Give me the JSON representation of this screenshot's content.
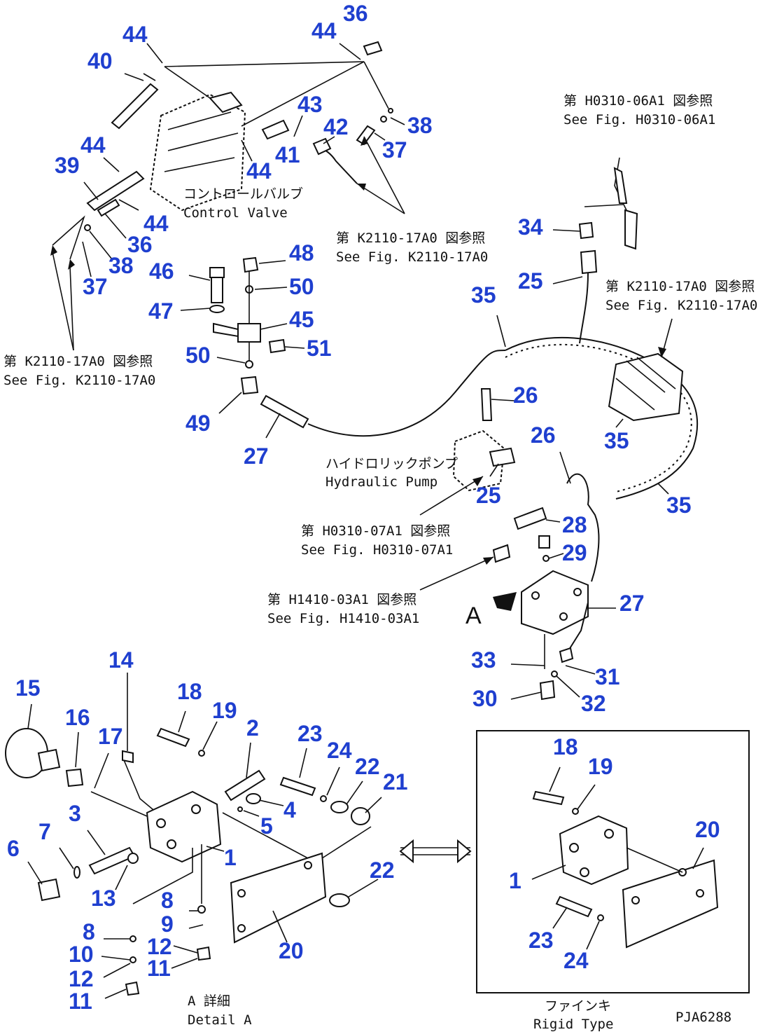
{
  "callouts": [
    {
      "id": "c36a",
      "text": "36"
    },
    {
      "id": "c44a",
      "text": "44"
    },
    {
      "id": "c44b",
      "text": "44"
    },
    {
      "id": "c40",
      "text": "40"
    },
    {
      "id": "c43",
      "text": "43"
    },
    {
      "id": "c42",
      "text": "42"
    },
    {
      "id": "c38a",
      "text": "38"
    },
    {
      "id": "c37a",
      "text": "37"
    },
    {
      "id": "c41",
      "text": "41"
    },
    {
      "id": "c44c",
      "text": "44"
    },
    {
      "id": "c44d",
      "text": "44"
    },
    {
      "id": "c39",
      "text": "39"
    },
    {
      "id": "c44e",
      "text": "44"
    },
    {
      "id": "c36b",
      "text": "36"
    },
    {
      "id": "c38b",
      "text": "38"
    },
    {
      "id": "c37b",
      "text": "37"
    },
    {
      "id": "c48",
      "text": "48"
    },
    {
      "id": "c46",
      "text": "46"
    },
    {
      "id": "c50a",
      "text": "50"
    },
    {
      "id": "c47",
      "text": "47"
    },
    {
      "id": "c45",
      "text": "45"
    },
    {
      "id": "c51",
      "text": "51"
    },
    {
      "id": "c50b",
      "text": "50"
    },
    {
      "id": "c49",
      "text": "49"
    },
    {
      "id": "c27a",
      "text": "27"
    },
    {
      "id": "c34",
      "text": "34"
    },
    {
      "id": "c25a",
      "text": "25"
    },
    {
      "id": "c35a",
      "text": "35"
    },
    {
      "id": "c26a",
      "text": "26"
    },
    {
      "id": "c35b",
      "text": "35"
    },
    {
      "id": "c26b",
      "text": "26"
    },
    {
      "id": "c25b",
      "text": "25"
    },
    {
      "id": "c35c",
      "text": "35"
    },
    {
      "id": "c28",
      "text": "28"
    },
    {
      "id": "c29",
      "text": "29"
    },
    {
      "id": "c27b",
      "text": "27"
    },
    {
      "id": "c33",
      "text": "33"
    },
    {
      "id": "c31",
      "text": "31"
    },
    {
      "id": "c30",
      "text": "30"
    },
    {
      "id": "c32",
      "text": "32"
    },
    {
      "id": "c14",
      "text": "14"
    },
    {
      "id": "c15",
      "text": "15"
    },
    {
      "id": "c18a",
      "text": "18"
    },
    {
      "id": "c19a",
      "text": "19"
    },
    {
      "id": "c16",
      "text": "16"
    },
    {
      "id": "c2",
      "text": "2"
    },
    {
      "id": "c17",
      "text": "17"
    },
    {
      "id": "c23a",
      "text": "23"
    },
    {
      "id": "c24a",
      "text": "24"
    },
    {
      "id": "c22a",
      "text": "22"
    },
    {
      "id": "c21",
      "text": "21"
    },
    {
      "id": "c3",
      "text": "3"
    },
    {
      "id": "c4",
      "text": "4"
    },
    {
      "id": "c5",
      "text": "5"
    },
    {
      "id": "c7",
      "text": "7"
    },
    {
      "id": "c6",
      "text": "6"
    },
    {
      "id": "c1a",
      "text": "1"
    },
    {
      "id": "c13",
      "text": "13"
    },
    {
      "id": "c22b",
      "text": "22"
    },
    {
      "id": "c8a",
      "text": "8"
    },
    {
      "id": "c9",
      "text": "9"
    },
    {
      "id": "c8b",
      "text": "8"
    },
    {
      "id": "c12a",
      "text": "12"
    },
    {
      "id": "c10",
      "text": "10"
    },
    {
      "id": "c11a",
      "text": "11"
    },
    {
      "id": "c12b",
      "text": "12"
    },
    {
      "id": "c11b",
      "text": "11"
    },
    {
      "id": "c20a",
      "text": "20"
    },
    {
      "id": "c18b",
      "text": "18"
    },
    {
      "id": "c19b",
      "text": "19"
    },
    {
      "id": "c20b",
      "text": "20"
    },
    {
      "id": "c1b",
      "text": "1"
    },
    {
      "id": "c23b",
      "text": "23"
    },
    {
      "id": "c24b",
      "text": "24"
    }
  ],
  "notes": {
    "ref_h0310_06a1_jp": "第 H0310-06A1 図参照",
    "ref_h0310_06a1_en": "See Fig. H0310-06A1",
    "control_valve_jp": "コントロールバルブ",
    "control_valve_en": "Control Valve",
    "ref_k2110_17a0_top_jp": "第 K2110-17A0 図参照",
    "ref_k2110_17a0_top_en": "See Fig. K2110-17A0",
    "ref_k2110_17a0_right_jp": "第 K2110-17A0 図参照",
    "ref_k2110_17a0_right_en": "See Fig. K2110-17A0",
    "ref_k2110_17a0_left_jp": "第 K2110-17A0 図参照",
    "ref_k2110_17a0_left_en": "See Fig. K2110-17A0",
    "hydraulic_pump_jp": "ハイドロリックポンプ",
    "hydraulic_pump_en": "Hydraulic Pump",
    "ref_h0310_07a1_jp": "第 H0310-07A1 図参照",
    "ref_h0310_07a1_en": "See Fig. H0310-07A1",
    "ref_h1410_03a1_jp": "第 H1410-03A1 図参照",
    "ref_h1410_03a1_en": "See Fig. H1410-03A1",
    "view_letter": "A",
    "detail_a_jp": "A 詳細",
    "detail_a_en": "Detail A",
    "rigid_type_jp": "ファインキ",
    "rigid_type_en": "Rigid Type",
    "drawing_code": "PJA6288"
  }
}
